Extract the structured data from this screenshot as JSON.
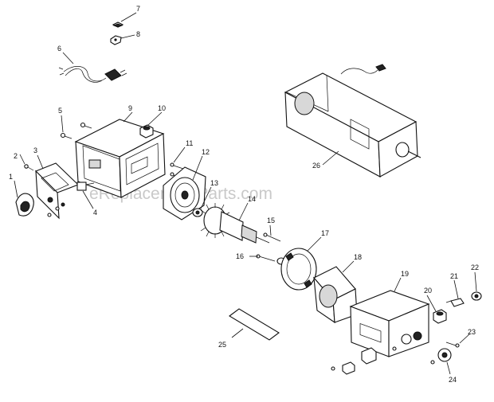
{
  "watermark": "eReplacementParts.com",
  "callouts": [
    {
      "id": "c7",
      "text": "7"
    },
    {
      "id": "c8",
      "text": "8"
    },
    {
      "id": "c6",
      "text": "6"
    },
    {
      "id": "c5",
      "text": "5"
    },
    {
      "id": "c9",
      "text": "9"
    },
    {
      "id": "c10",
      "text": "10"
    },
    {
      "id": "c2",
      "text": "2"
    },
    {
      "id": "c3",
      "text": "3"
    },
    {
      "id": "c1",
      "text": "1"
    },
    {
      "id": "c4",
      "text": "4"
    },
    {
      "id": "c11",
      "text": "11"
    },
    {
      "id": "c12",
      "text": "12"
    },
    {
      "id": "c13",
      "text": "13"
    },
    {
      "id": "c14",
      "text": "14"
    },
    {
      "id": "c15",
      "text": "15"
    },
    {
      "id": "c16",
      "text": "16"
    },
    {
      "id": "c17",
      "text": "17"
    },
    {
      "id": "c18",
      "text": "18"
    },
    {
      "id": "c19",
      "text": "19"
    },
    {
      "id": "c20",
      "text": "20"
    },
    {
      "id": "c21",
      "text": "21"
    },
    {
      "id": "c22",
      "text": "22"
    },
    {
      "id": "c23",
      "text": "23"
    },
    {
      "id": "c24",
      "text": "24"
    },
    {
      "id": "c25",
      "text": "25"
    },
    {
      "id": "c26",
      "text": "26"
    }
  ]
}
